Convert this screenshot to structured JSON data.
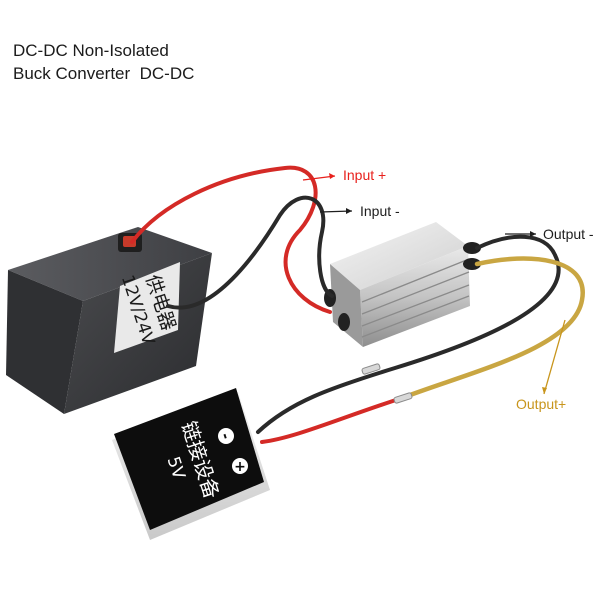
{
  "title": {
    "line1": "DC-DC Non-Isolated",
    "line2": "Buck Converter  DC-DC"
  },
  "labels": {
    "input_plus": "Input +",
    "input_minus": "Input -",
    "output_minus": "Output -",
    "output_plus": "Output+"
  },
  "power_supply": {
    "label_line1": "供电器",
    "label_line2": "12V/24V"
  },
  "device": {
    "label_line1": "链接设备",
    "label_line2": "5V",
    "minus_symbol": "-",
    "plus_symbol": "+"
  },
  "colors": {
    "input_plus": "#e8201c",
    "input_minus": "#1e1e1e",
    "output_minus": "#1e1e1e",
    "output_plus": "#c8951c",
    "red_wire": "#d42a26",
    "black_wire": "#2a2a2a",
    "yellow_wire": "#c9a642"
  }
}
